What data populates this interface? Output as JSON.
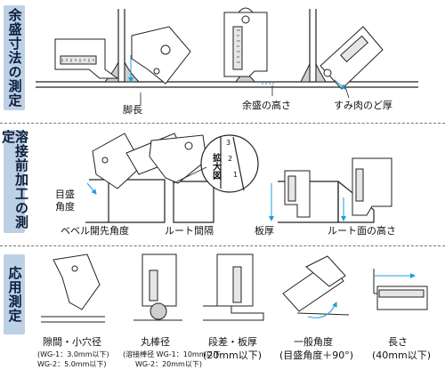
{
  "sections": [
    {
      "title": "余盛寸法の測定"
    },
    {
      "title": "溶接前加工の測定"
    },
    {
      "title": "応用測定"
    }
  ],
  "section1": {
    "labels": [
      "脚長",
      "余盛の高さ",
      "すみ肉のど厚"
    ]
  },
  "section2": {
    "labels": [
      "目盛",
      "角度",
      "ベベル開先角度",
      "ルート間隔",
      "板厚",
      "ルート面の高さ"
    ],
    "zoom_label": "拡大図",
    "zoom_numbers": [
      "3",
      "2",
      "1"
    ]
  },
  "section3": {
    "items": [
      {
        "title": "隙間・小穴径",
        "notes": [
          "(WG-1：3.0mm以下)",
          "WG-2：5.0mm以下)"
        ]
      },
      {
        "title": "丸棒径",
        "notes": [
          "(溶接棒径 WG-1：10mm以下",
          "WG-2：20mm以下)"
        ]
      },
      {
        "title": "段差・板厚",
        "notes": [
          "(20mm以下)"
        ]
      },
      {
        "title": "一般角度",
        "notes": [
          "(目盛角度＋90°)"
        ]
      },
      {
        "title": "長さ",
        "notes": [
          "(40mm以下)"
        ]
      }
    ]
  },
  "colors": {
    "band": "#bcd0e6",
    "arrow": "#1aa0d8",
    "gauge_window": "#e6e6e6"
  }
}
